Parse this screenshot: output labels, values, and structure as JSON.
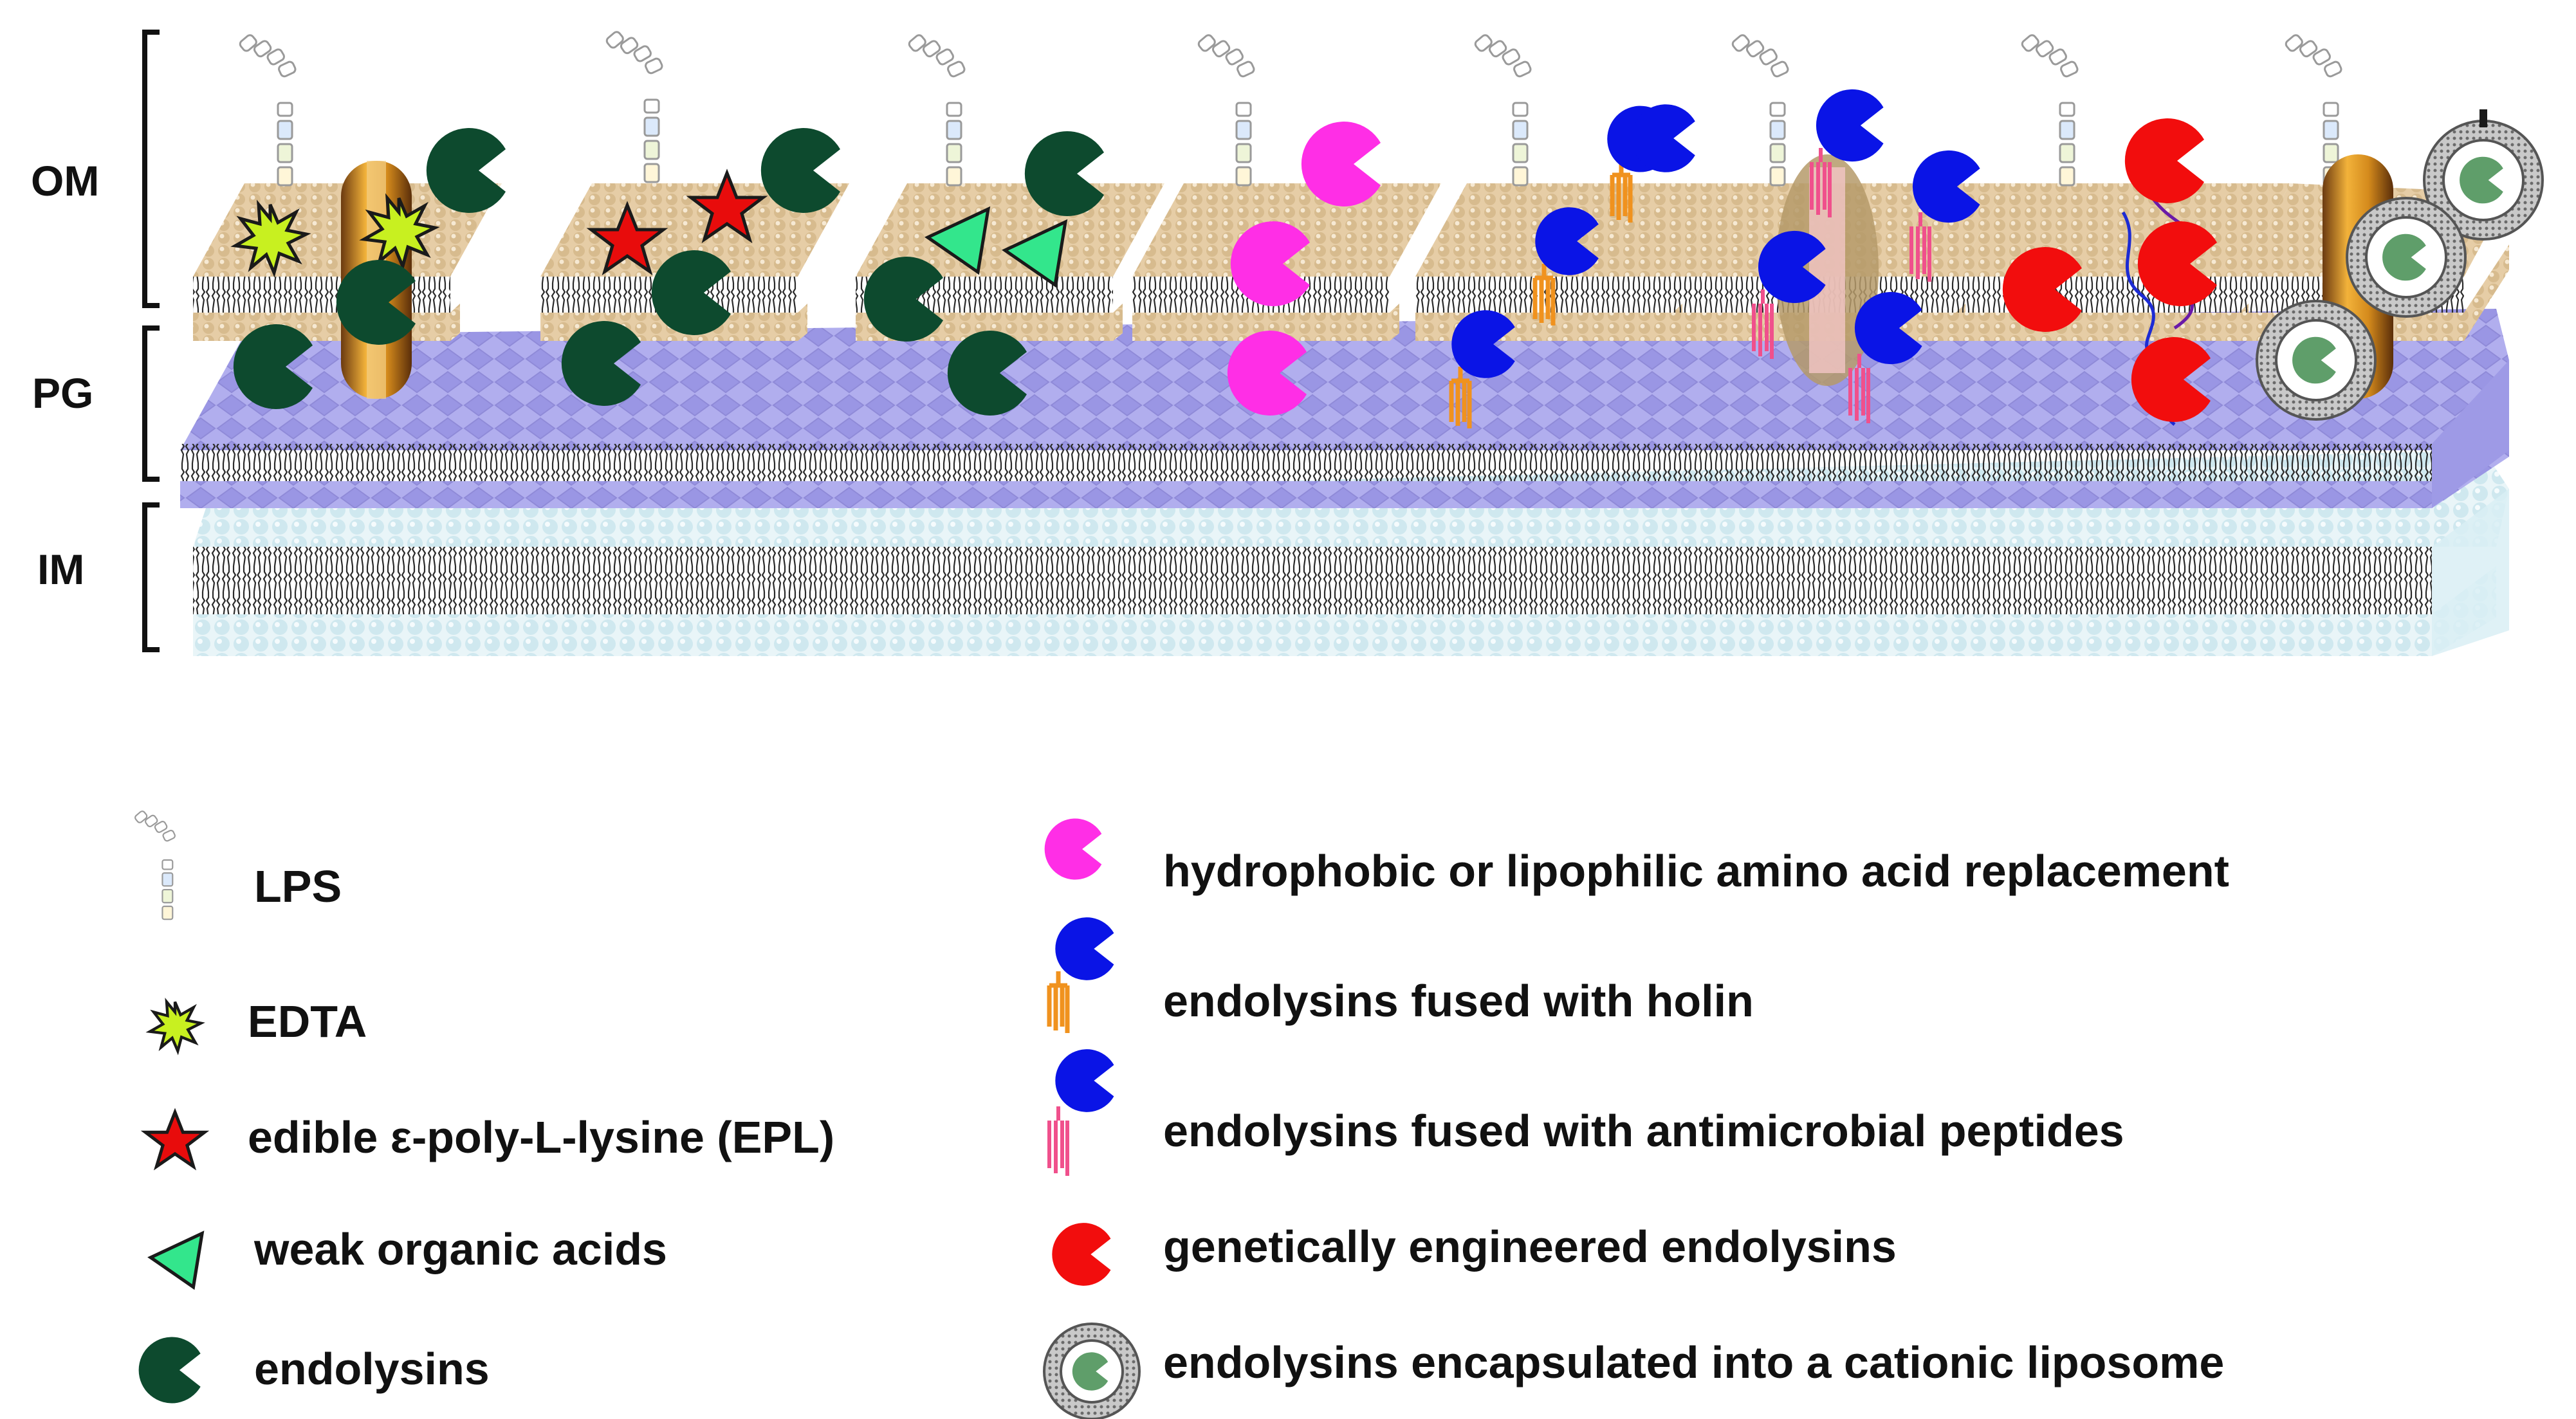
{
  "layers": {
    "om": "OM",
    "pg": "PG",
    "im": "IM"
  },
  "legend": {
    "lps": "LPS",
    "edta": "EDTA",
    "epl": "edible ε-poly-L-lysine (EPL)",
    "weak_acids": "weak organic acids",
    "endolysins": "endolysins",
    "hydrophobic": "hydrophobic or lipophilic amino acid replacement",
    "fused_holin": "endolysins fused with holin",
    "fused_amp": "endolysins fused with antimicrobial peptides",
    "engineered": "genetically engineered endolysins",
    "liposome": "endolysins  encapsulated into a cationic liposome"
  },
  "colors": {
    "endolysin": "#0d4a2e",
    "hydrophobic": "#ff2ee6",
    "fused": "#0a14e6",
    "engineered": "#f20d0d",
    "edta": "#c8f020",
    "epl": "#e80c0c",
    "weak_acid": "#33e68c",
    "holin": "#f0921e",
    "amp": "#f0508c",
    "porin": "#c7861c",
    "om_surface": "#e6cda6",
    "pg_surface": "#a8a4ec",
    "im_surface": "#d8eef4",
    "lipid_tail": "#2a2a2a",
    "liposome_ring": "#888888"
  }
}
